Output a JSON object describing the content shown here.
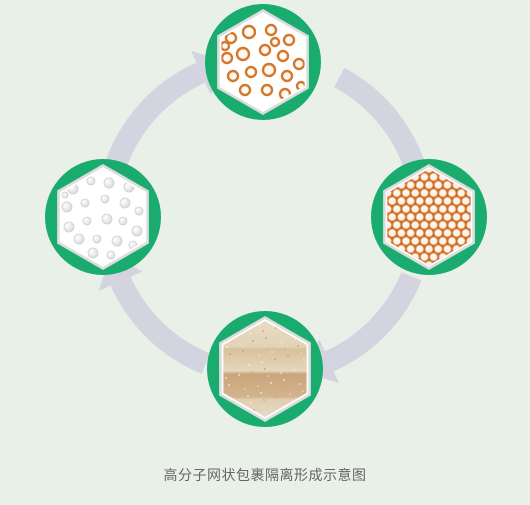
{
  "caption": "高分子网状包裹隔离形成示意图",
  "colors": {
    "background": "#e9f0e8",
    "ring": "#1aab6e",
    "arrow": "#d4d4e0",
    "particle_orange": "#d2782f",
    "particle_white": "#f1f1f1",
    "hexagon_white": "#ffffff"
  },
  "stages": [
    {
      "name": "white-particles",
      "position": "left"
    },
    {
      "name": "coated-rings",
      "position": "top"
    },
    {
      "name": "honeycomb-network",
      "position": "right"
    },
    {
      "name": "layered-material",
      "position": "bottom"
    }
  ],
  "arrows": [
    {
      "name": "arrow-left-to-top",
      "direction": "clockwise"
    },
    {
      "name": "arrow-top-to-right",
      "direction": "clockwise"
    },
    {
      "name": "arrow-right-to-bottom",
      "direction": "clockwise"
    },
    {
      "name": "arrow-bottom-to-left",
      "direction": "clockwise"
    }
  ]
}
